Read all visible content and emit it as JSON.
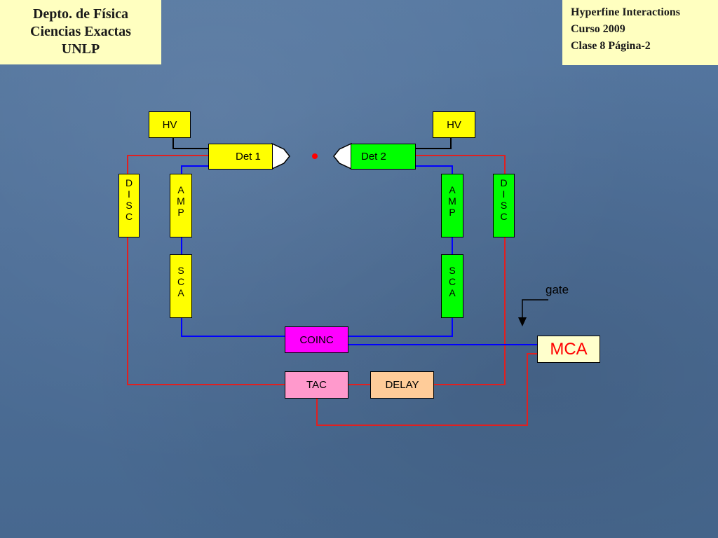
{
  "header_left": {
    "line1": "Depto. de Física",
    "line2": "Ciencias Exactas",
    "line3": "UNLP"
  },
  "header_right": {
    "line1": "Hyperfine Interactions",
    "line2": "Curso 2009",
    "line3": "Clase 8  Página-2"
  },
  "diagram": {
    "hv_left": "HV",
    "hv_right": "HV",
    "det1": "Det 1",
    "det2": "Det 2",
    "disc_left": [
      "D",
      "I",
      "S",
      "C"
    ],
    "amp_left": [
      "A",
      "M",
      "P"
    ],
    "sca_left": [
      "S",
      "C",
      "A"
    ],
    "disc_right": [
      "D",
      "I",
      "S",
      "C"
    ],
    "amp_right": [
      "A",
      "M",
      "P"
    ],
    "sca_right": [
      "S",
      "C",
      "A"
    ],
    "coinc": "COINC",
    "tac": "TAC",
    "delay": "DELAY",
    "mca": "MCA",
    "gate": "gate"
  },
  "colors": {
    "header_bg": "#ffffc0",
    "module_yellow": "#ffff00",
    "detector_green": "#00ff00",
    "coinc_magenta": "#ff00ff",
    "tac_pink": "#ff99cc",
    "delay_peach": "#ffcc99",
    "mca_cream": "#ffffcc",
    "timing_line_red": "#e02020",
    "energy_line_blue": "#0000ff",
    "source_dot_red": "#ff0000"
  }
}
